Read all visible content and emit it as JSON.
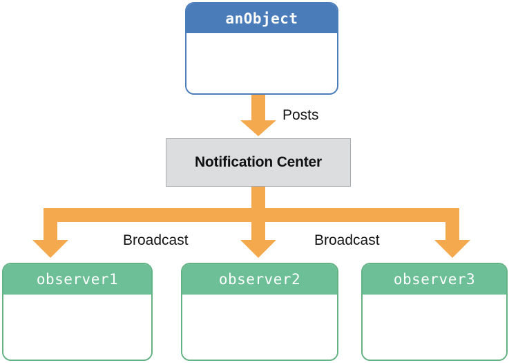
{
  "diagram": {
    "title": "NotificationCenter broadcast diagram",
    "colors": {
      "publisher_header": "#4a7cba",
      "publisher_border": "#4a7cba",
      "observer_header": "#6cbf96",
      "observer_border": "#62b283",
      "hub_fill": "#dcdddf",
      "hub_border": "#a9aaac",
      "arrow": "#f5a94e",
      "text_dark": "#141414",
      "text_light": "#ffffff",
      "background": "#ffffff"
    },
    "publisher": {
      "name": "anObject"
    },
    "hub": {
      "name": "Notification Center"
    },
    "observers": [
      {
        "name": "observer1"
      },
      {
        "name": "observer2"
      },
      {
        "name": "observer3"
      }
    ],
    "edges": [
      {
        "label": "Posts",
        "from": "anObject",
        "to": "Notification Center"
      },
      {
        "label": "Broadcast",
        "from": "Notification Center",
        "to": "observer1"
      },
      {
        "label": "Broadcast",
        "from": "Notification Center",
        "to": "observer3"
      }
    ],
    "labels": {
      "posts": "Posts",
      "broadcast_left": "Broadcast",
      "broadcast_right": "Broadcast"
    }
  }
}
